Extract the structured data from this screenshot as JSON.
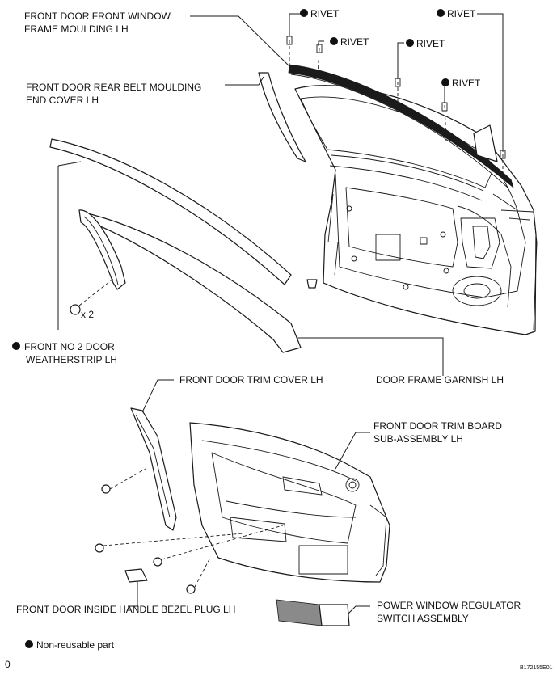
{
  "labels": {
    "front_window_frame_moulding": [
      "FRONT DOOR FRONT WINDOW",
      "FRAME MOULDING LH"
    ],
    "rear_belt_moulding_end_cover": [
      "FRONT DOOR REAR BELT MOULDING",
      "END COVER LH"
    ],
    "rivet": "RIVET",
    "door_weatherstrip": [
      "FRONT NO  2 DOOR",
      "WEATHERSTRIP LH"
    ],
    "quantity_x2": "x 2",
    "door_frame_garnish": "DOOR FRAME GARNISH LH",
    "door_trim_cover": "FRONT DOOR TRIM COVER LH",
    "door_trim_board": [
      "FRONT DOOR TRIM BOARD",
      "SUB-ASSEMBLY LH"
    ],
    "inside_handle_bezel_plug": "FRONT DOOR INSIDE HANDLE BEZEL PLUG LH",
    "power_window_switch": [
      "POWER WINDOW REGULATOR",
      "SWITCH ASSEMBLY"
    ]
  },
  "legend": {
    "symbol": "filled-circle",
    "text": "Non-reusable part"
  },
  "footer": {
    "corner_mark": "0",
    "figure_id": "B172155E01"
  }
}
